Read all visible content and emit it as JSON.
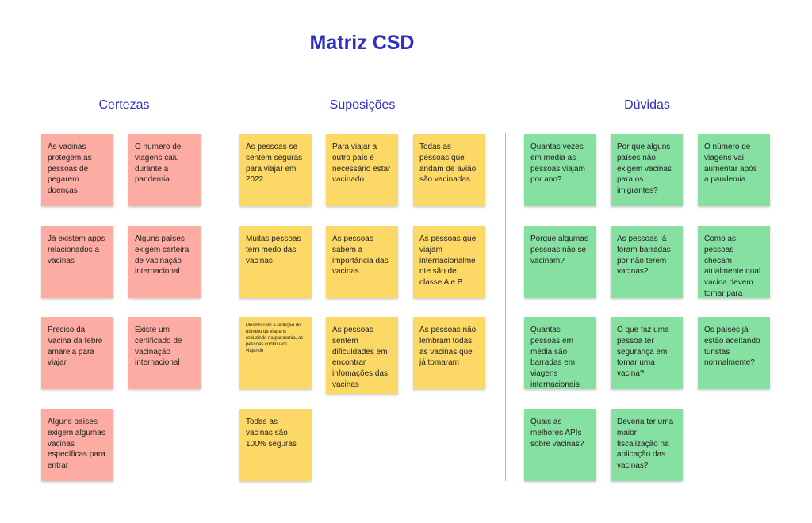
{
  "title": "Matriz CSD",
  "colors": {
    "title": "#2f2fc2",
    "certezas": "#fcaca2",
    "suposicoes": "#fcd867",
    "duvidas": "#86e0a2",
    "divider": "#b8b8b8"
  },
  "columns": {
    "certezas": {
      "title": "Certezas",
      "notes": [
        "As vacinas protegem as pessoas de pegarem doenças",
        "O numero de viagens caiu durante a pandemia",
        "Já existem apps relacionados a vacinas",
        "Alguns países exigem carteira de vacinação internacional",
        "Preciso da Vacina da febre amarela para viajar",
        "Existe um certificado de vacinação internacional",
        "Alguns países exigem algumas vacinas específicas para entrar"
      ]
    },
    "suposicoes": {
      "title": "Suposições",
      "notes": [
        "As pessoas se sentem seguras para viajar em 2022",
        "Para viajar a outro país é necessário estar vacinado",
        "Todas as pessoas que andam de avião são vacinadas",
        "Muitas pessoas tem medo das vacinas",
        "As pessoas sabem a importância das vacinas",
        "As pessoas que viajam internacionalmente são de classe A e B",
        "Mesmo com a redução do número de viagens reduzindo na pandemia, as pessoas continuam viajando",
        "As pessoas sentem dificuldades em encontrar infomações das vacinas",
        "As pessoas não lembram todas as vacinas que já tomaram",
        "Todas as vacinas são 100% seguras"
      ]
    },
    "duvidas": {
      "title": "Dúvidas",
      "notes": [
        "Quantas vezes em média as pessoas viajam por ano?",
        "Por que alguns países não exigem vacinas para os imigrantes?",
        "O número de viagens vai aumentar após a pandemia",
        "Porque algumas pessoas não se vacinam?",
        "As pessoas já foram barradas por não terem vacinas?",
        "Como as pessoas checam atualmente qual vacina devem tomar para viajar?",
        "Quantas pessoas em média são barradas em viagens internacionais por falta de vacinas?",
        "O que faz uma pessoa ter segurança em tomar uma vacina?",
        "Os países já estão aceitando turistas normalmente?",
        "Quais as melhores APIs sobre vacinas?",
        "Deveria ter uma maior fiscalização na aplicação das vacinas?"
      ]
    }
  }
}
